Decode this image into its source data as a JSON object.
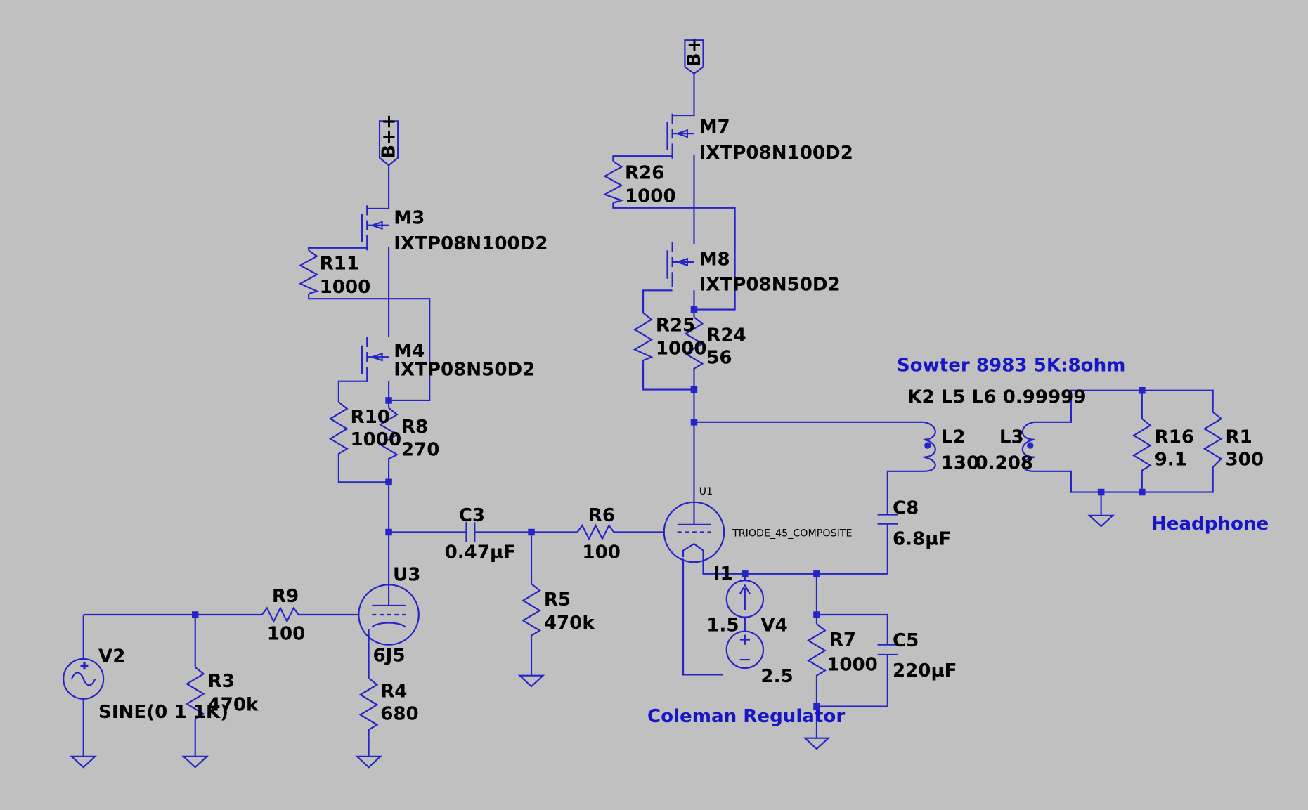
{
  "supplies": {
    "bpp": "B++",
    "bp": "B+"
  },
  "components": {
    "m3": {
      "name": "M3",
      "value": "IXTP08N100D2"
    },
    "r11": {
      "name": "R11",
      "value": "1000"
    },
    "m4": {
      "name": "M4",
      "value": "IXTP08N50D2"
    },
    "r10": {
      "name": "R10",
      "value": "1000"
    },
    "r8": {
      "name": "R8",
      "value": "270"
    },
    "c3": {
      "name": "C3",
      "value": "0.47µF"
    },
    "r6": {
      "name": "R6",
      "value": "100"
    },
    "r5": {
      "name": "R5",
      "value": "470k"
    },
    "u3": {
      "name": "U3",
      "value": "6J5"
    },
    "r9": {
      "name": "R9",
      "value": "100"
    },
    "r4": {
      "name": "R4",
      "value": "680"
    },
    "r3": {
      "name": "R3",
      "value": "470k"
    },
    "v2": {
      "name": "V2",
      "value": "SINE(0 1 1K)"
    },
    "m7": {
      "name": "M7",
      "value": "IXTP08N100D2"
    },
    "r26": {
      "name": "R26",
      "value": "1000"
    },
    "m8": {
      "name": "M8",
      "value": "IXTP08N50D2"
    },
    "r25": {
      "name": "R25",
      "value": "1000"
    },
    "r24": {
      "name": "R24",
      "value": "56"
    },
    "u1": {
      "name": "U1",
      "value": "TRIODE_45_COMPOSITE"
    },
    "i1": {
      "name": "I1",
      "value": "1.5"
    },
    "v4": {
      "name": "V4",
      "value": "2.5"
    },
    "r7": {
      "name": "R7",
      "value": "1000"
    },
    "c5": {
      "name": "C5",
      "value": "220µF"
    },
    "c8": {
      "name": "C8",
      "value": "6.8µF"
    },
    "l2": {
      "name": "L2",
      "value": "130"
    },
    "l3": {
      "name": "L3",
      "value": "0.208"
    },
    "r16": {
      "name": "R16",
      "value": "9.1"
    },
    "r1": {
      "name": "R1",
      "value": "300"
    }
  },
  "directives": {
    "coupling": "K2 L5 L6 0.99999"
  },
  "comments": {
    "transformer": "Sowter 8983 5K:8ohm",
    "headphone": "Headphone",
    "regulator": "Coleman Regulator"
  }
}
